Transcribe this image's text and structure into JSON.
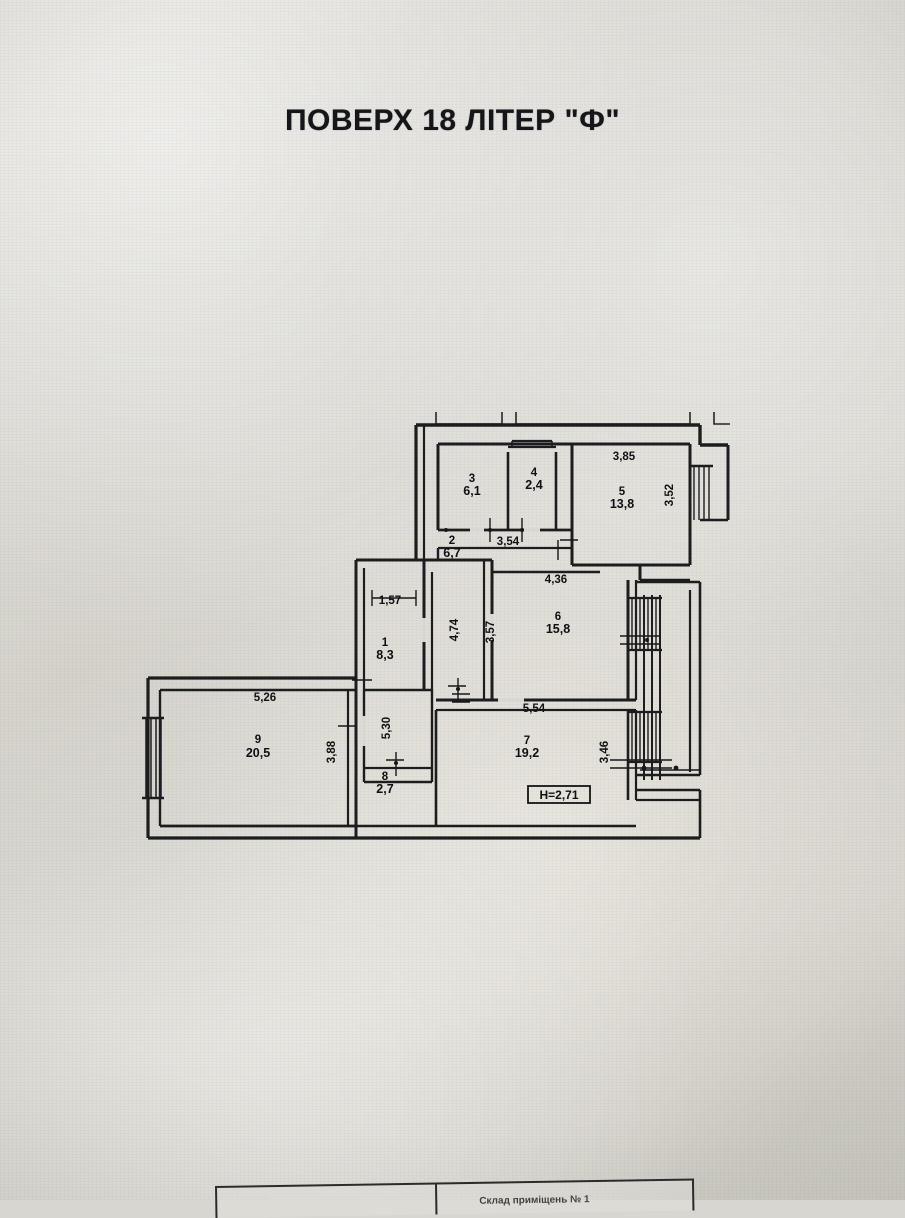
{
  "document": {
    "title": "ПОВЕРХ 18 ЛІТЕР \"Ф\"",
    "type": "apartment-floor-plan",
    "ceiling_height_label": "H=2,71"
  },
  "rooms": [
    {
      "number": "1",
      "area": "8,3"
    },
    {
      "number": "2",
      "area": "6,7"
    },
    {
      "number": "3",
      "area": "6,1"
    },
    {
      "number": "4",
      "area": "2,4"
    },
    {
      "number": "5",
      "area": "13,8"
    },
    {
      "number": "6",
      "area": "15,8"
    },
    {
      "number": "7",
      "area": "19,2"
    },
    {
      "number": "8",
      "area": "2,7"
    },
    {
      "number": "9",
      "area": "20,5"
    }
  ],
  "dimensions": {
    "d_3_85": "3,85",
    "d_3_52": "3,52",
    "d_3_54": "3,54",
    "d_4_36": "4,36",
    "d_1_57": "1,57",
    "d_4_74": "4,74",
    "d_3_57": "3,57",
    "d_5_26": "5,26",
    "d_3_88": "3,88",
    "d_5_30": "5,30",
    "d_5_54": "5,54",
    "d_3_46": "3,46"
  },
  "bottom_table": {
    "header": "Склад приміщень № 1"
  },
  "colors": {
    "paper": "#d9d7d1",
    "ink": "#101014",
    "wall": "#1d1d20"
  }
}
